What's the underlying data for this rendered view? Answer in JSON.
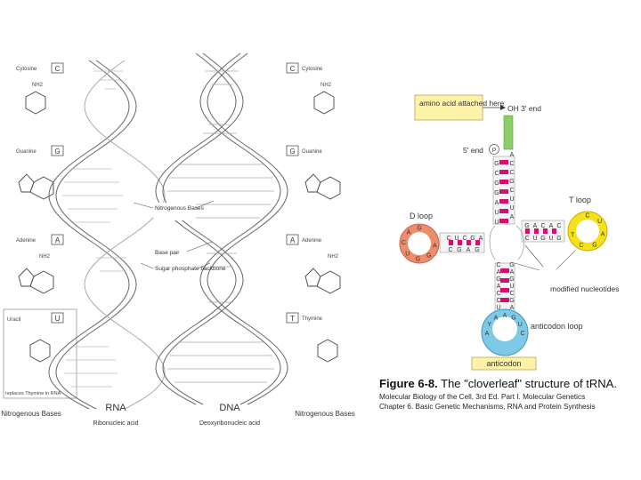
{
  "left_figure": {
    "left_bases": [
      {
        "name": "Cytosine",
        "letter": "C"
      },
      {
        "name": "Guanine",
        "letter": "G"
      },
      {
        "name": "Adenine",
        "letter": "A"
      },
      {
        "name": "Uracil",
        "letter": "U",
        "note": "replaces Thymine in RNA"
      }
    ],
    "right_bases": [
      {
        "name": "Cytosine",
        "letter": "C"
      },
      {
        "name": "Guanine",
        "letter": "G"
      },
      {
        "name": "Adenine",
        "letter": "A"
      },
      {
        "name": "Thymine",
        "letter": "T"
      }
    ],
    "nh2": "NH2",
    "labels": {
      "nitrogenous_bases": "Nitrogenous Bases",
      "base_pair": "Base pair",
      "sugar_backbone": "Sugar phosphate backbone"
    },
    "bottom": {
      "left_title": "Nitrogenous Bases",
      "rna_title": "RNA",
      "rna_sub": "Ribonucleic acid",
      "dna_title": "DNA",
      "dna_sub": "Deoxyribonucleic acid",
      "right_title": "Nitrogenous Bases"
    }
  },
  "trna": {
    "amino_acid_label": "amino acid attached here",
    "three_prime": "OH 3' end",
    "five_prime": "5' end",
    "p": "P",
    "t_loop": "T loop",
    "d_loop": "D loop",
    "modified": "modified nucleotides",
    "anticodon_loop": "anticodon loop",
    "anticodon": "anticodon",
    "acceptor_left": [
      "G",
      "C",
      "G",
      "G",
      "A",
      "U",
      "U"
    ],
    "acceptor_right": [
      "A",
      "C",
      "C",
      "G",
      "C",
      "U",
      "U",
      "A"
    ],
    "t_stem_top": [
      "G",
      "A",
      "C",
      "A",
      "C"
    ],
    "t_stem_bottom": [
      "C",
      "U",
      "G",
      "U",
      "G"
    ],
    "t_loop_bases": [
      "C",
      "U",
      "A",
      "G",
      "C",
      "T"
    ],
    "d_stem_top": [
      "A",
      "G",
      "C",
      "U",
      "C"
    ],
    "d_stem_bottom": [
      "G",
      "A",
      "G",
      "C"
    ],
    "d_loop_bases": [
      "G",
      "A",
      "C",
      "U",
      "G",
      "G",
      "A"
    ],
    "anti_left": [
      "C",
      "A",
      "G",
      "A",
      "C",
      "C",
      "U"
    ],
    "anti_right": [
      "G",
      "A",
      "G",
      "U",
      "C",
      "G",
      "A"
    ],
    "anti_loop_bases": [
      "C",
      "U",
      "G",
      "A",
      "A",
      "Y",
      "A"
    ]
  },
  "caption": {
    "figure": "Figure 6-8.",
    "title": "The \"cloverleaf\" structure of tRNA.",
    "line1": "Molecular Biology of the Cell, 3rd Ed. Part I. Molecular Genetics",
    "line2": "Chapter 6. Basic Genetic Mechanisms, RNA and Protein Synthesis"
  }
}
